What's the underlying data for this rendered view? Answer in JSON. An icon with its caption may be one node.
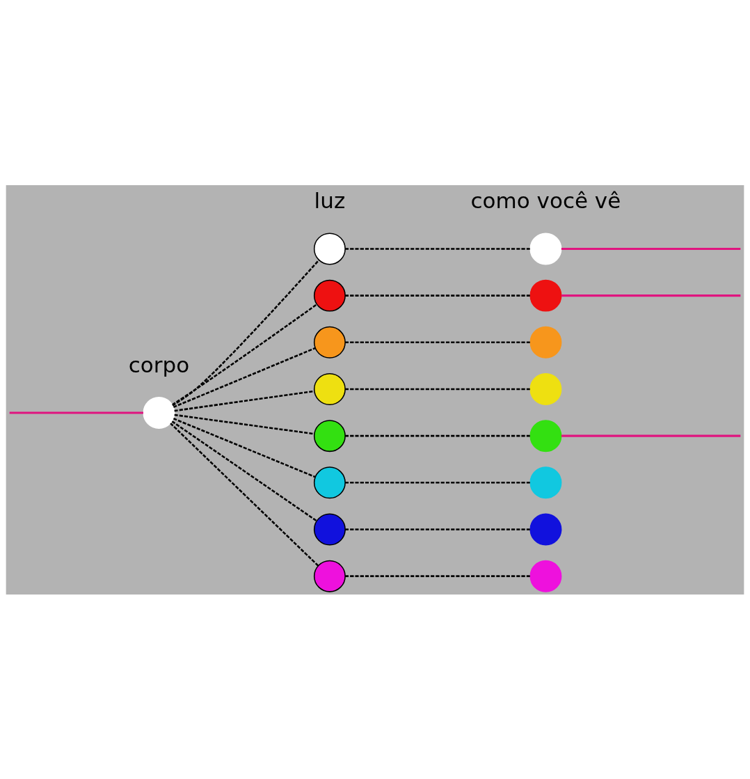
{
  "diagram": {
    "nodes": [
      {
        "text": [],
        "shape": "circle"
      },
      {
        "text": [],
        "shape": "circle"
      },
      {
        "text": [],
        "shape": "circle"
      },
      {
        "text": [],
        "shape": "circle"
      },
      {
        "text": [],
        "shape": "circle"
      },
      {
        "text": [],
        "shape": "circle"
      },
      {
        "text": [],
        "shape": "circle"
      },
      {
        "text": [],
        "shape": "circle"
      },
      {
        "text": [],
        "shape": "circle"
      },
      {
        "text": [],
        "shape": "circle"
      },
      {
        "text": [],
        "shape": "circle"
      },
      {
        "text": [],
        "shape": "circle"
      },
      {
        "text": [],
        "shape": "circle"
      },
      {
        "text": [],
        "shape": "circle"
      },
      {
        "text": [],
        "shape": "circle"
      },
      {
        "text": [],
        "shape": "circle"
      },
      {
        "text": [],
        "shape": "circle"
      }
    ],
    "edges": [
      {
        "from": 0,
        "to": 1,
        "arrow": "none",
        "style": "dashed"
      },
      {
        "from": 0,
        "to": 2,
        "arrow": "none",
        "style": "dashed"
      },
      {
        "from": 0,
        "to": 3,
        "arrow": "none",
        "style": "dashed"
      },
      {
        "from": 0,
        "to": 4,
        "arrow": "none",
        "style": "dashed"
      },
      {
        "from": 0,
        "to": 5,
        "arrow": "none",
        "style": "dashed"
      },
      {
        "from": 0,
        "to": 6,
        "arrow": "none",
        "style": "dashed"
      },
      {
        "from": 0,
        "to": 7,
        "arrow": "none",
        "style": "dashed"
      },
      {
        "from": 0,
        "to": 8,
        "arrow": "none",
        "style": "dashed"
      },
      {
        "from": 1,
        "to": 9,
        "arrow": "none",
        "style": "dashed"
      },
      {
        "from": 2,
        "to": 10,
        "arrow": "none",
        "style": "dashed"
      },
      {
        "from": 3,
        "to": 11,
        "arrow": "none",
        "style": "dashed"
      },
      {
        "from": 4,
        "to": 12,
        "arrow": "none",
        "style": "dashed"
      },
      {
        "from": 5,
        "to": 13,
        "arrow": "none",
        "style": "dashed"
      },
      {
        "from": 6,
        "to": 14,
        "arrow": "none",
        "style": "dashed"
      },
      {
        "from": 7,
        "to": 15,
        "arrow": "none",
        "style": "dashed"
      },
      {
        "from": 8,
        "to": 16,
        "arrow": "none",
        "style": "dashed"
      },
      {
        "from": null,
        "to": 0,
        "arrow": "none",
        "color": "#e0147f"
      },
      {
        "from": 9,
        "to": null,
        "arrow": "none",
        "color": "#e0147f"
      },
      {
        "from": 10,
        "to": null,
        "arrow": "none",
        "color": "#e0147f"
      },
      {
        "from": 13,
        "to": null,
        "arrow": "none",
        "color": "#e0147f"
      }
    ],
    "labels": [
      "corpo",
      "luz",
      "como você vê"
    ]
  }
}
